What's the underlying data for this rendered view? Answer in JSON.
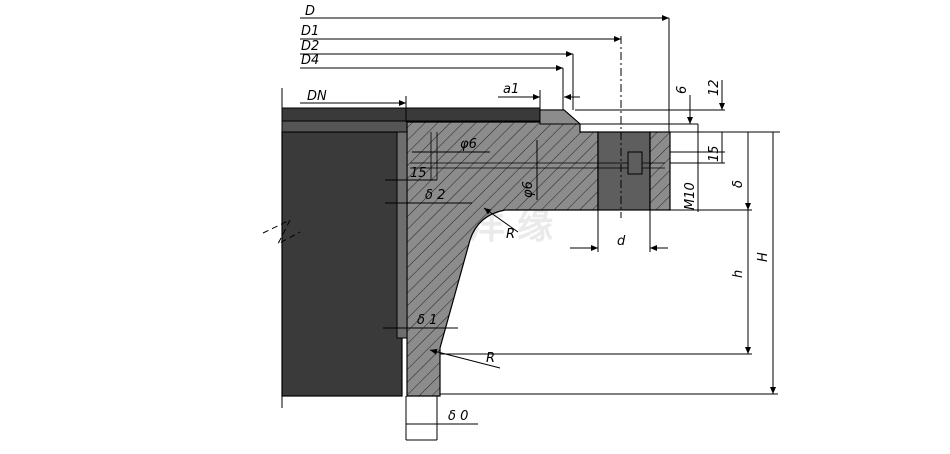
{
  "colors": {
    "pipe_dark": "#3a3a3a",
    "section_gray": "#8c8c8c",
    "hatch_line": "#222222",
    "bolt_gray": "#5e5e5e",
    "watermark": "#d9d9d9",
    "line": "#000000",
    "background": "#ffffff"
  },
  "labels": {
    "D": "D",
    "D1": "D1",
    "D2": "D2",
    "D4": "D4",
    "DN": "DN",
    "a1": "a1",
    "six_top": "6",
    "twelve": "12",
    "phi6_upper": "φ6",
    "fifteen_left": "15",
    "fifteen_right": "15",
    "delta2": "δ 2",
    "phi6_vertical": "φ6",
    "M10": "M10",
    "delta": "δ",
    "R_upper": "R",
    "d": "d",
    "h": "h",
    "H": "H",
    "delta1": "δ 1",
    "R_lower": "R",
    "delta0": "δ 0"
  },
  "watermark": {
    "text": "天 洋 缘"
  },
  "icons": {
    "watermark_logo": "circular-logo-icon",
    "break_mark": "zigzag-break-icon"
  }
}
